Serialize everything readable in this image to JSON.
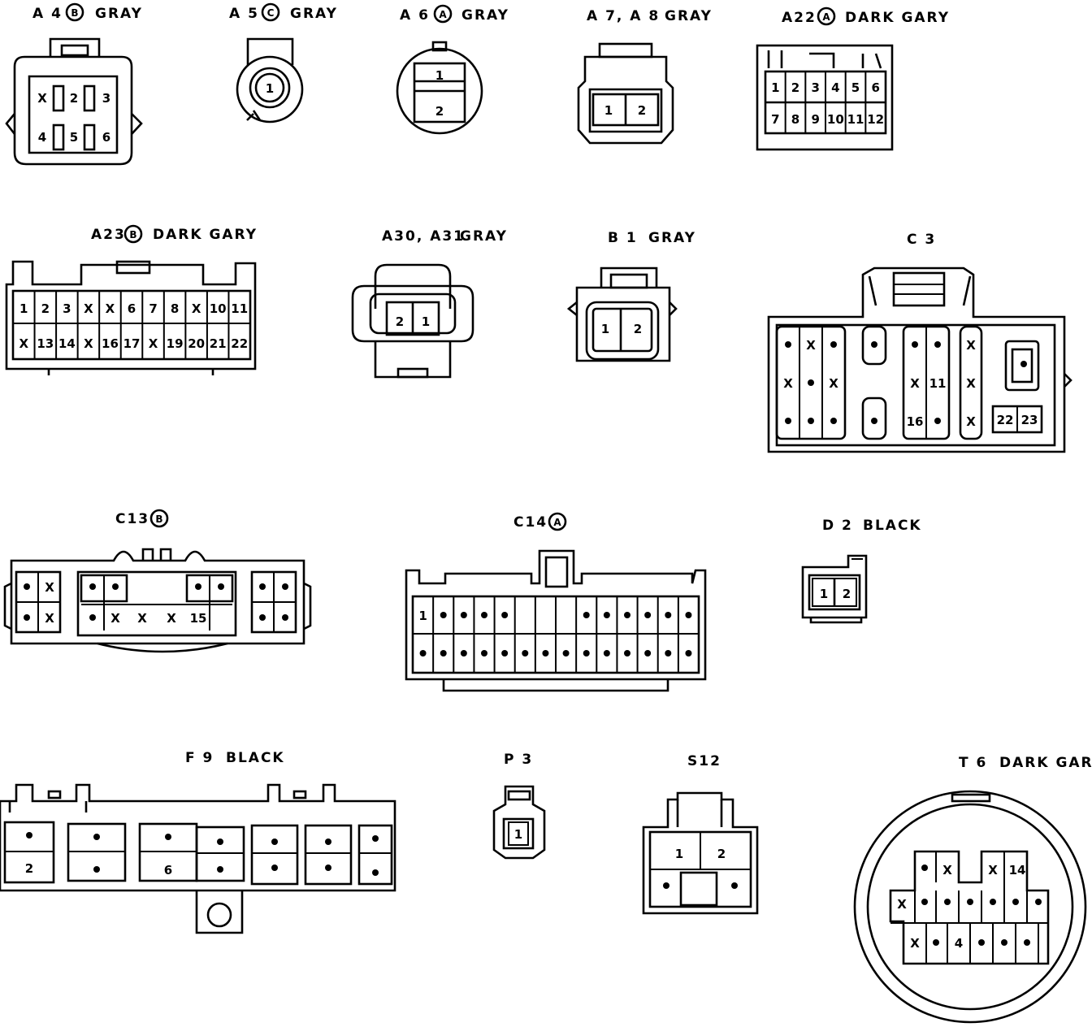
{
  "colors": {
    "ink": "#000000",
    "paper": "#ffffff"
  },
  "connectors": {
    "a4": {
      "label": "A 4",
      "circle": "B",
      "color": "GRAY",
      "pins": [
        "X",
        "2",
        "3",
        "4",
        "5",
        "6"
      ]
    },
    "a5": {
      "label": "A 5",
      "circle": "C",
      "color": "GRAY",
      "pins": [
        "1"
      ]
    },
    "a6": {
      "label": "A 6",
      "circle": "A",
      "color": "GRAY",
      "pins": [
        "1",
        "2"
      ]
    },
    "a7a8": {
      "label": "A 7, A 8",
      "color": "GRAY",
      "pins": [
        "1",
        "2"
      ]
    },
    "a22": {
      "label": "A22",
      "circle": "A",
      "color": "DARK GARY",
      "pins": [
        "1",
        "2",
        "3",
        "4",
        "5",
        "6",
        "7",
        "8",
        "9",
        "10",
        "11",
        "12"
      ]
    },
    "a23": {
      "label": "A23",
      "circle": "B",
      "color": "DARK GARY",
      "row1": [
        "1",
        "2",
        "3",
        "X",
        "X",
        "6",
        "7",
        "8",
        "X",
        "10",
        "11"
      ],
      "row2": [
        "X",
        "13",
        "14",
        "X",
        "16",
        "17",
        "X",
        "19",
        "20",
        "21",
        "22"
      ]
    },
    "a30a31": {
      "label": "A30, A31",
      "color": "GRAY",
      "pins": [
        "2",
        "1"
      ]
    },
    "b1": {
      "label": "B 1",
      "color": "GRAY",
      "pins": [
        "1",
        "2"
      ]
    },
    "c3": {
      "label": "C 3",
      "pins": [
        "X",
        "X",
        "X",
        "X",
        "11",
        "16",
        "X",
        "X",
        "X",
        "22",
        "23"
      ]
    },
    "c13": {
      "label": "C13",
      "circle": "B",
      "pins": [
        "X",
        "X",
        "X",
        "X",
        "X",
        "15"
      ]
    },
    "c14": {
      "label": "C14",
      "circle": "A",
      "pins": [
        "1"
      ]
    },
    "d2": {
      "label": "D 2",
      "color": "BLACK",
      "pins": [
        "1",
        "2"
      ]
    },
    "f9": {
      "label": "F 9",
      "color": "BLACK",
      "pins": [
        "2",
        "6"
      ]
    },
    "p3": {
      "label": "P 3",
      "pins": [
        "1"
      ]
    },
    "s12": {
      "label": "S12",
      "pins": [
        "1",
        "2"
      ]
    },
    "t6": {
      "label": "T 6",
      "color": "DARK GARY",
      "pins": [
        "X",
        "X",
        "14",
        "X",
        "X",
        "4"
      ]
    }
  }
}
